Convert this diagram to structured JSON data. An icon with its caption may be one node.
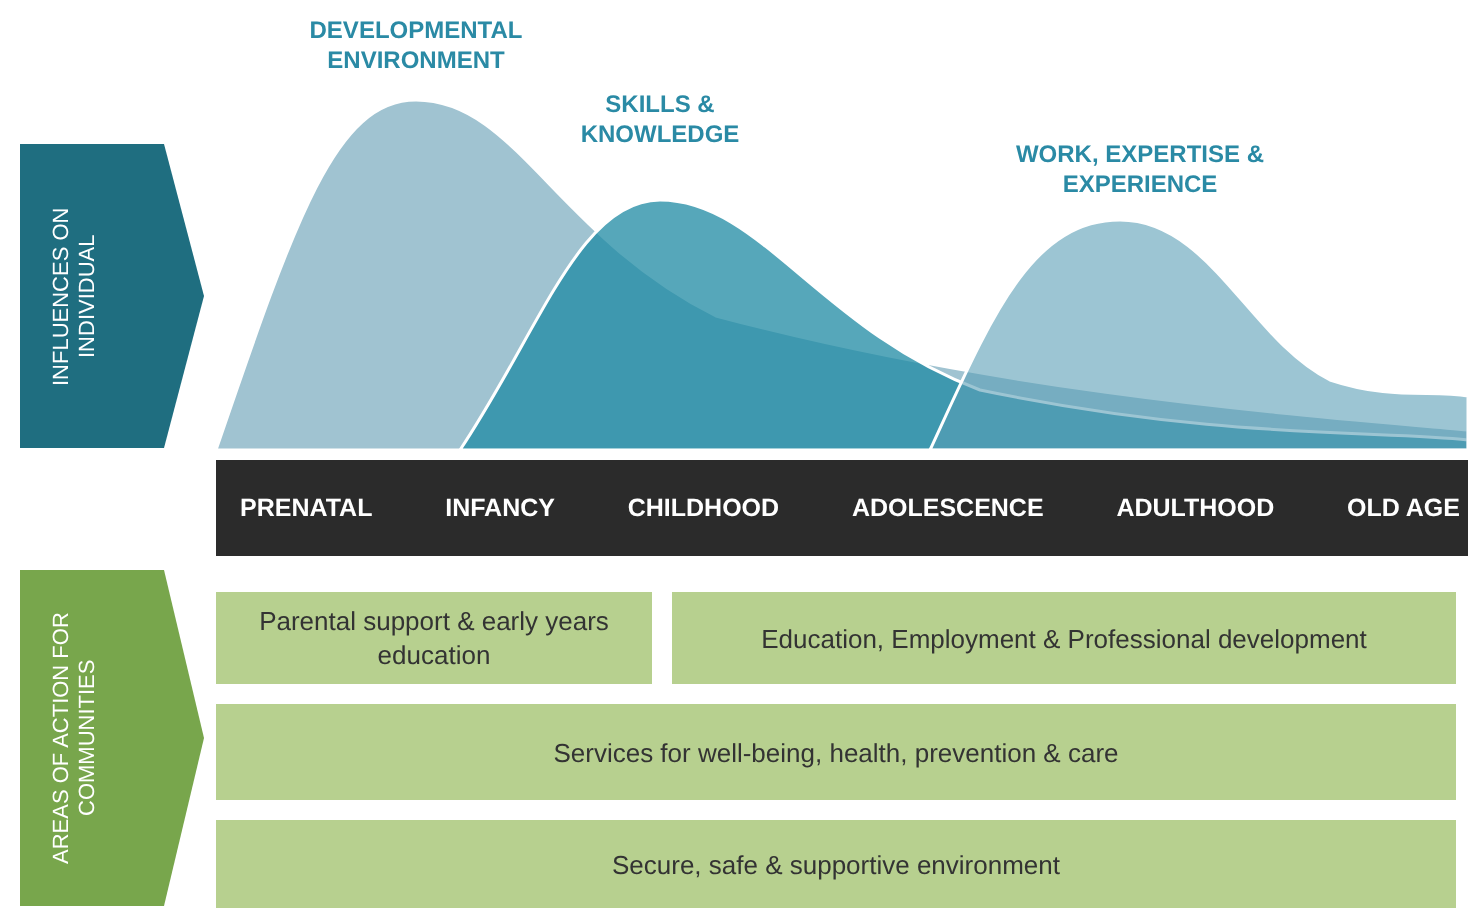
{
  "diagram": {
    "nodes": [
      {
        "text": [
          "INFLUENCES ON INDIVIDUAL"
        ]
      },
      {
        "text": [
          "DEVELOPMENTAL ENVIRONMENT"
        ]
      },
      {
        "text": [
          "SKILLS & KNOWLEDGE"
        ]
      },
      {
        "text": [
          "WORK, EXPERTISE & EXPERIENCE"
        ]
      },
      {
        "text": [
          "PRENATAL",
          "INFANCY",
          "CHILDHOOD",
          "ADOLESCENCE",
          "ADULTHOOD",
          "OLD AGE"
        ]
      },
      {
        "text": [
          "AREAS OF ACTION FOR COMMUNITIES"
        ]
      },
      {
        "text": [
          "Parental support & early years education"
        ]
      },
      {
        "text": [
          "Education, Employment & Professional development"
        ]
      },
      {
        "text": [
          "Services for well-being, health, prevention & care"
        ]
      },
      {
        "text": [
          "Secure, safe & supportive environment"
        ]
      }
    ],
    "edges": []
  }
}
